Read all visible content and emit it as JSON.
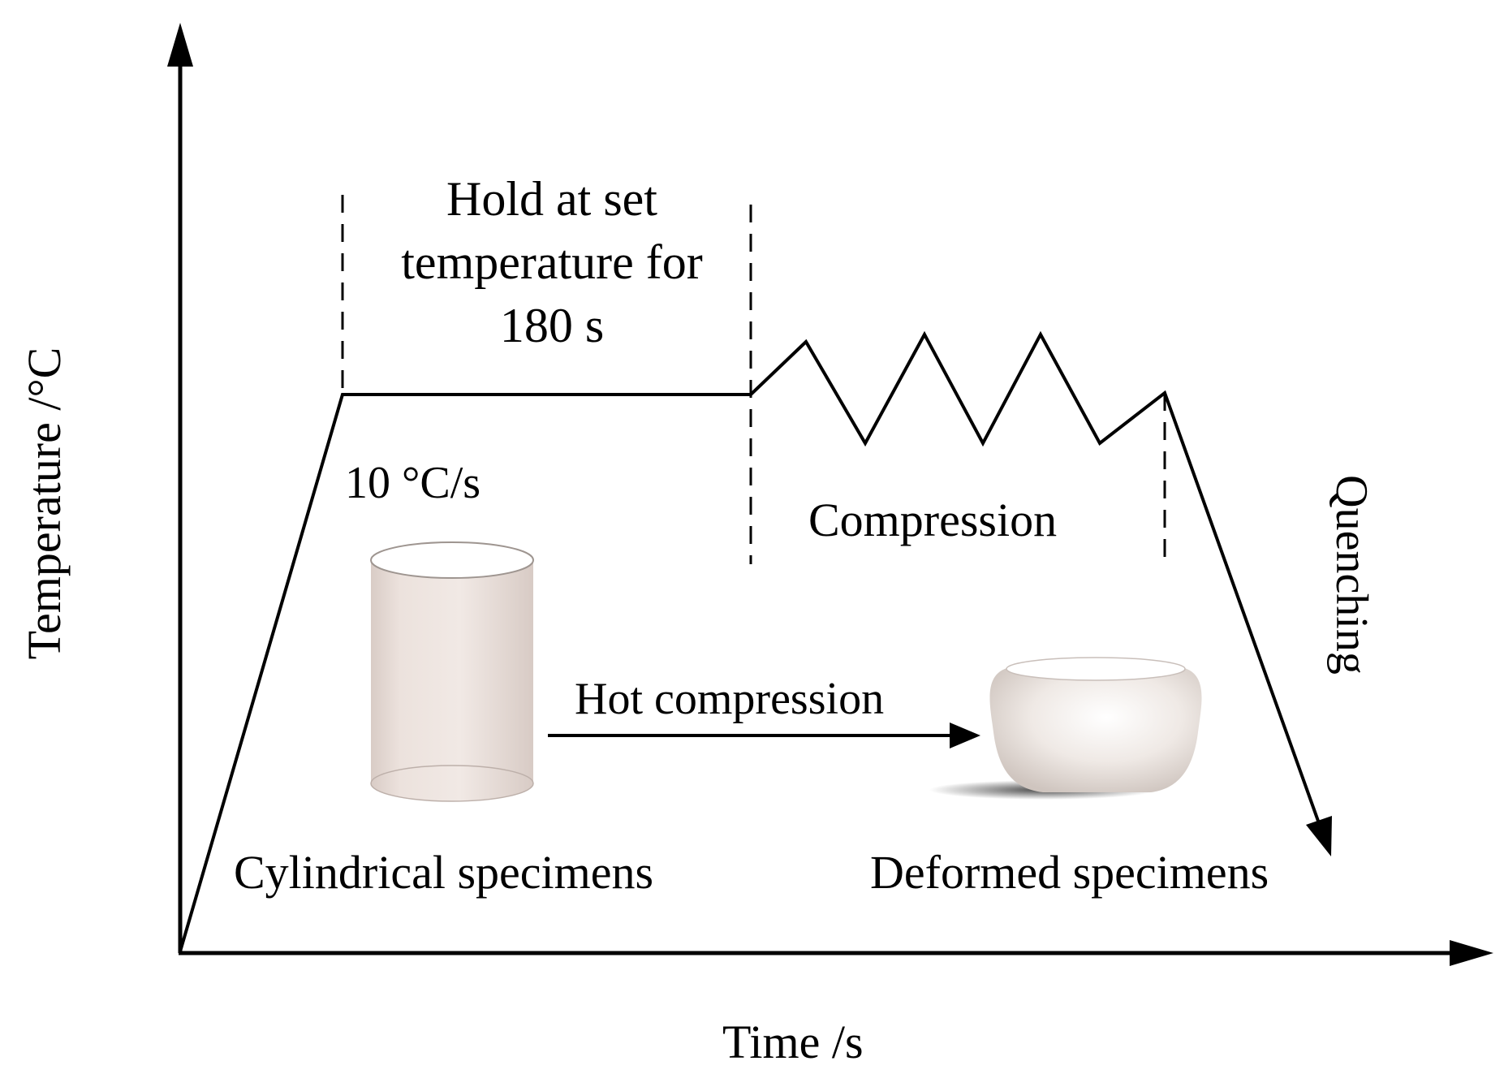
{
  "axes": {
    "y_label": "Temperature /°C",
    "x_label": "Time /s"
  },
  "stages": {
    "heating_rate": "10 °C/s",
    "hold_lines": [
      "Hold at set",
      "temperature for",
      "180 s"
    ],
    "compression": "Compression",
    "quenching": "Quenching"
  },
  "specimens": {
    "cylindrical": "Cylindrical specimens",
    "process": "Hot compression",
    "deformed": "Deformed specimens"
  },
  "colors": {
    "line": "#000000",
    "specimen_fill": "#efe6e2",
    "specimen_top": "#ffffff",
    "specimen_shadow": "#6f6f6f",
    "deformed_fill": "#f0ebe7"
  }
}
